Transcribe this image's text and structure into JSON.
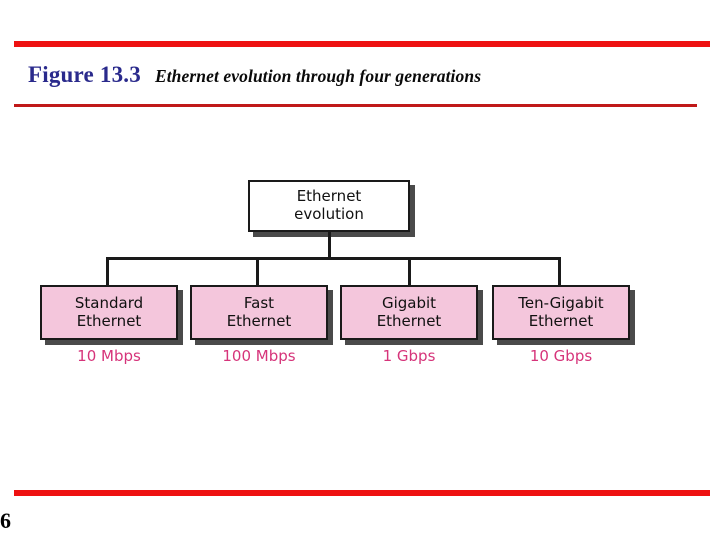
{
  "slide": {
    "figure_label": "Figure 13.3",
    "caption": "Ethernet evolution through four generations",
    "page_number": "6"
  },
  "colors": {
    "rule_bright_red": "#ee1111",
    "rule_dark_red": "#c01818",
    "figure_label_blue": "#2a2a8c",
    "node_pink": "#f4c6dc",
    "node_border": "#1a1a1a",
    "speed_magenta": "#d6347a",
    "root_fill": "#ffffff"
  },
  "diagram": {
    "root": {
      "line1": "Ethernet",
      "line2": "evolution"
    },
    "leaves": [
      {
        "line1": "Standard",
        "line2": "Ethernet",
        "speed": "10 Mbps"
      },
      {
        "line1": "Fast",
        "line2": "Ethernet",
        "speed": "100 Mbps"
      },
      {
        "line1": "Gigabit",
        "line2": "Ethernet",
        "speed": "1 Gbps"
      },
      {
        "line1": "Ten-Gigabit",
        "line2": "Ethernet",
        "speed": "10 Gbps"
      }
    ]
  }
}
